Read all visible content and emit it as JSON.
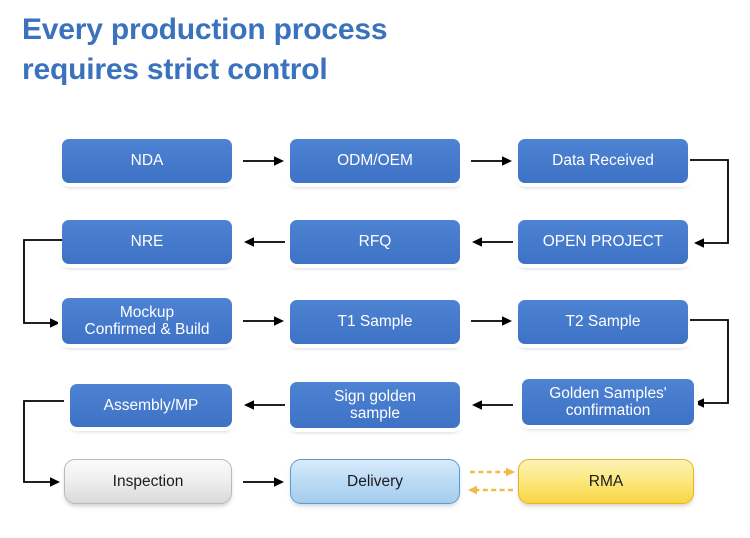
{
  "title": {
    "line1": "Every production process",
    "line2": "requires strict control"
  },
  "colors": {
    "title": "#3b72bd",
    "process_box": "#4375c9",
    "process_text": "#ffffff",
    "inspection_box": "#e9e9e9",
    "delivery_box": "#bddcf5",
    "rma_box": "#fce981",
    "arrow": "#000000",
    "dashed_arrow": "#f0b94a"
  },
  "flow": {
    "rows": [
      {
        "row": 1,
        "direction": "left-to-right",
        "nodes": [
          {
            "label": "NDA",
            "style": "blue"
          },
          {
            "label": "ODM/OEM",
            "style": "blue"
          },
          {
            "label": "Data Received",
            "style": "blue"
          }
        ]
      },
      {
        "row": 2,
        "direction": "right-to-left",
        "nodes": [
          {
            "label": "NRE",
            "style": "blue"
          },
          {
            "label": "RFQ",
            "style": "blue"
          },
          {
            "label": "OPEN PROJECT",
            "style": "blue"
          }
        ]
      },
      {
        "row": 3,
        "direction": "left-to-right",
        "nodes": [
          {
            "label": "Mockup\nConfirmed & Build",
            "line1": "Mockup",
            "line2": "Confirmed & Build",
            "style": "blue"
          },
          {
            "label": "T1 Sample",
            "style": "blue"
          },
          {
            "label": "T2 Sample",
            "style": "blue"
          }
        ]
      },
      {
        "row": 4,
        "direction": "right-to-left",
        "nodes": [
          {
            "label": "Assembly/MP",
            "style": "blue"
          },
          {
            "label": "Sign golden\nsample",
            "line1": "Sign golden",
            "line2": "sample",
            "style": "blue"
          },
          {
            "label": "Golden Samples'\nconfirmation",
            "line1": "Golden Samples'",
            "line2": "confirmation",
            "style": "blue"
          }
        ]
      },
      {
        "row": 5,
        "direction": "left-to-right",
        "nodes": [
          {
            "label": "Inspection",
            "style": "grey"
          },
          {
            "label": "Delivery",
            "style": "lightblue"
          },
          {
            "label": "RMA",
            "style": "yellow"
          }
        ]
      }
    ],
    "connectors": [
      {
        "name": "data-received-to-open-project",
        "side": "right",
        "type": "elbow"
      },
      {
        "name": "nre-to-mockup",
        "side": "left",
        "type": "elbow"
      },
      {
        "name": "t2-sample-to-golden-samples",
        "side": "right",
        "type": "elbow"
      },
      {
        "name": "assembly-to-inspection",
        "side": "left",
        "type": "elbow"
      }
    ],
    "dashed_pair": {
      "name": "delivery-rma-return-loop",
      "top_arrow_direction": "right",
      "bottom_arrow_direction": "left"
    }
  }
}
